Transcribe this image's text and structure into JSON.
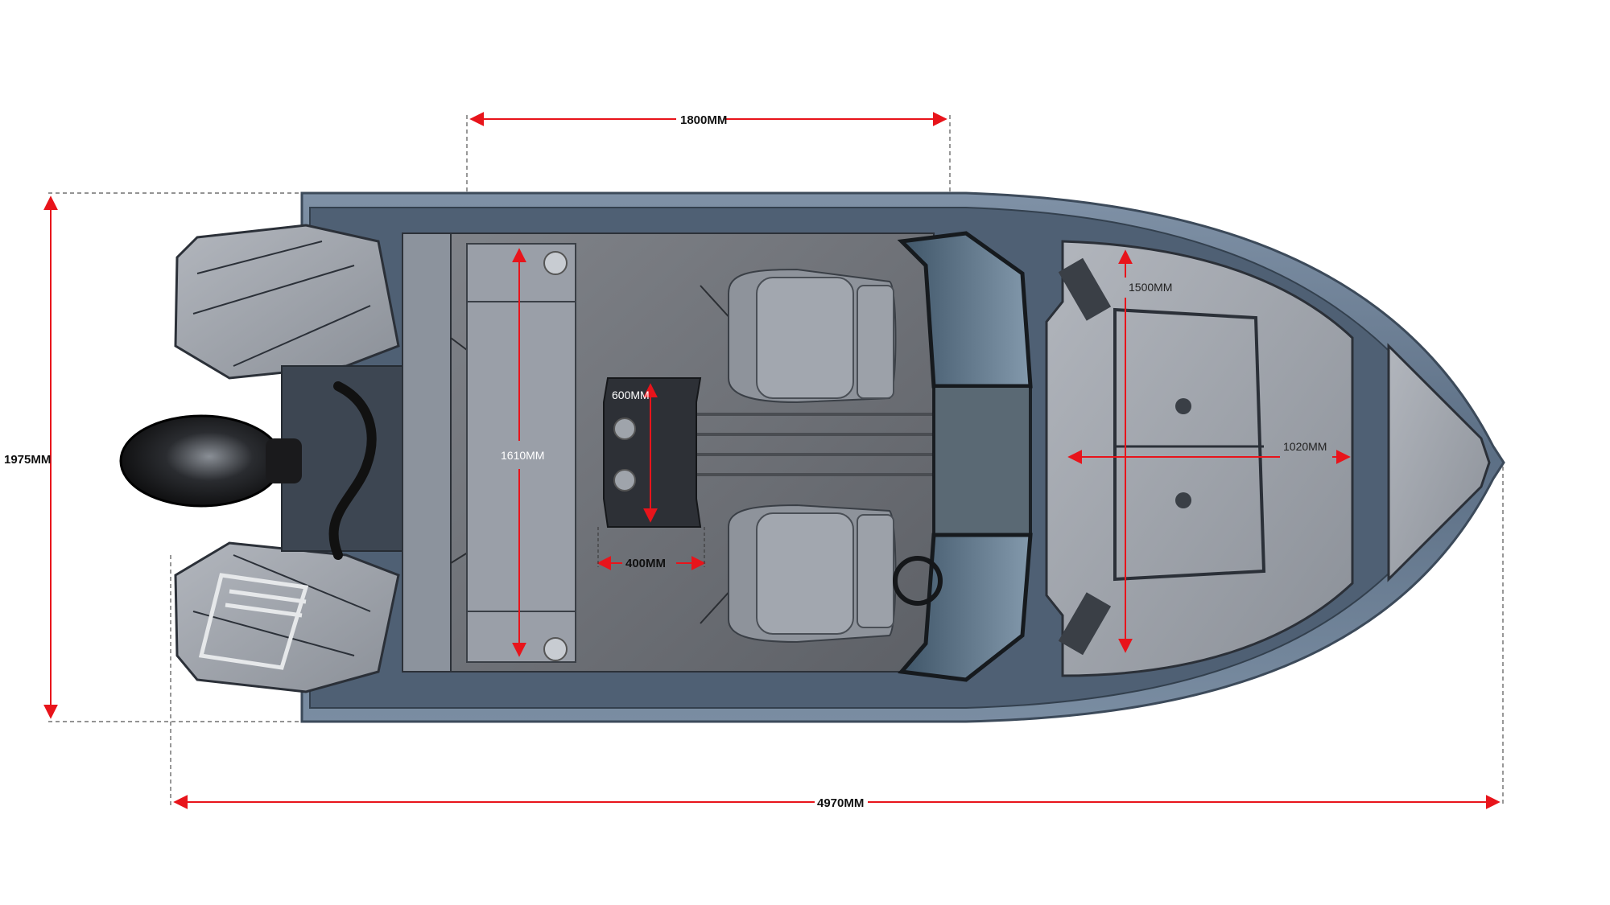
{
  "dimensions": {
    "overall_length": "4970MM",
    "overall_beam": "1975MM",
    "cockpit_length": "1800MM",
    "bench_length": "1610MM",
    "table_length": "600MM",
    "table_width": "400MM",
    "bow_deck_length": "1500MM",
    "bow_deck_width": "1020MM"
  },
  "colors": {
    "dimension_line": "#e8141b",
    "hull": "#5f7288",
    "deck_mat": "#9a9ea6",
    "floor": "#6b6e74",
    "seat": "#8e939b",
    "engine": "#121212"
  }
}
